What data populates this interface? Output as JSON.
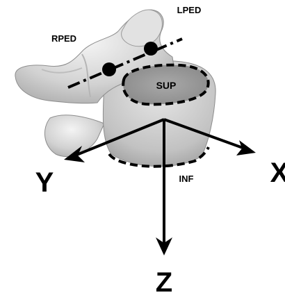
{
  "labels": {
    "rped": "RPED",
    "lped": "LPED",
    "sup": "SUP",
    "inf": "INF",
    "axis_x": "X",
    "axis_y": "Y",
    "axis_z": "Z"
  },
  "colors": {
    "background": "#ffffff",
    "bone_light": "#ececec",
    "bone_mid": "#c9c9c9",
    "bone_shadow": "#9a9a9a",
    "ink": "#000000"
  }
}
